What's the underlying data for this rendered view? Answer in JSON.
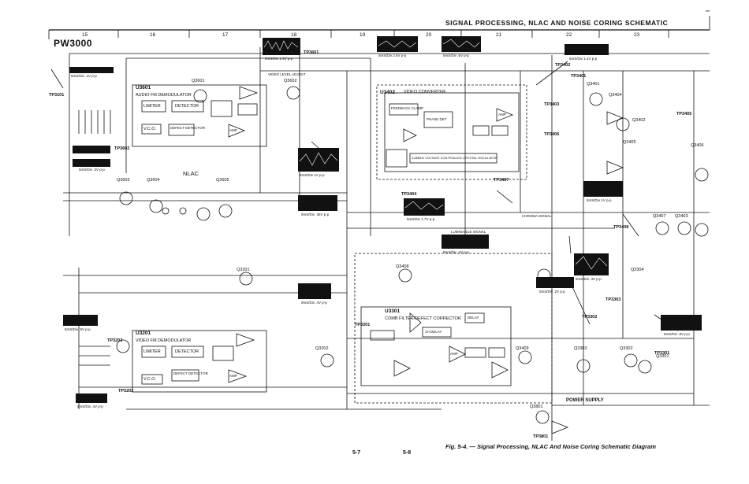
{
  "header": {
    "title": "SIGNAL PROCESSING, NLAC AND NOISE CORING SCHEMATIC",
    "model": "PW3000",
    "columns": [
      "15",
      "16",
      "17",
      "18",
      "19",
      "20",
      "21",
      "22",
      "23"
    ]
  },
  "blocks": {
    "u3601": {
      "ref": "U3601",
      "name": "AUDIO FM DEMODULATOR",
      "limiter": "LIMITER",
      "detector": "DETECTOR",
      "vco": "V.C.O.",
      "defect": "DEFECT DETECTOR",
      "amp": "AMP"
    },
    "u3201": {
      "ref": "U3201",
      "name": "VIDEO FM DEMODULATOR",
      "limiter": "LIMITER",
      "detector": "DETECTOR",
      "defect": "DEFECT DETECTOR",
      "vco": "V.C.O.",
      "amp": "AMP"
    },
    "u3402": {
      "ref": "U3402",
      "name": "VIDEO CONVERTER",
      "feedback": "FEEDBACK CLAMP",
      "phase": "PHASE DET",
      "vcxo": "3.58MHz VOLTAGE CONTROLLED CRYSTAL OSCILLATOR",
      "amp": "AMP"
    },
    "u3301": {
      "ref": "U3301",
      "name": "COMB FILTER/DEFECT CORRECTOR",
      "delay": "DELAY",
      "h_delay": "1H DELAY",
      "amp": "AMP"
    }
  },
  "labels": {
    "nlac": "NLAC",
    "power_supply": "POWER SUPPLY",
    "video_level_adjust": "VIDEO LEVEL ADJUST",
    "chroma_signal": "CHROMA SIGNAL",
    "luminance_signal": "LUMINANCE SIGNAL"
  },
  "transistors": [
    "Q3601",
    "Q3602",
    "Q3603",
    "Q3604",
    "Q3605",
    "Q3201",
    "Q3202",
    "Q3301",
    "Q3302",
    "Q3303",
    "Q3304",
    "Q3401",
    "Q3402",
    "Q3403",
    "Q3404",
    "Q3405",
    "Q3406",
    "Q3407",
    "Q3408",
    "Q3409",
    "Q3801"
  ],
  "test_points": [
    "TP3101",
    "TP3601",
    "TP3602",
    "TP3201",
    "TP3202",
    "TP3203",
    "TP3401",
    "TP3402",
    "TP3403",
    "TP3404",
    "TP3405",
    "TP3406",
    "TP3407",
    "TP3408",
    "TP3301",
    "TP3302",
    "TP3303",
    "TP3801"
  ],
  "scopes": [
    {
      "id": "s1",
      "label": "5mS/Div .4V p-p"
    },
    {
      "id": "s2",
      "label": "5mS/Div 1.4V p-p"
    },
    {
      "id": "s3",
      "label": "5mS/Div 2.6V p-p"
    },
    {
      "id": "s4",
      "label": "5mS/Div .6V p-p"
    },
    {
      "id": "s5",
      "label": "5mS/Div 1.4V p-p"
    },
    {
      "id": "s6",
      "label": "5mS/Div 1V p-p"
    },
    {
      "id": "s7",
      "label": "5mS/Div .3V p-p"
    },
    {
      "id": "s8",
      "label": "5mS/Div .35V p-p"
    },
    {
      "id": "s9",
      "label": "5mS/Div 1.7V p-p"
    },
    {
      "id": "s10",
      "label": "5mS/Div .4V p-p"
    },
    {
      "id": "s11",
      "label": "5mS/Div 1V p-p"
    },
    {
      "id": "s12",
      "label": "5mS/Div .4V p-p"
    },
    {
      "id": "s13",
      "label": "5mS/Div .2V p-p"
    },
    {
      "id": "s14",
      "label": "5mS/Div .4V p-p"
    },
    {
      "id": "s15",
      "label": "5mS/Div .8V p-p"
    },
    {
      "id": "s16",
      "label": "5mS/Div .5V p-p"
    },
    {
      "id": "s17",
      "label": "5mS/Div .4V p-p"
    }
  ],
  "footer": {
    "caption": "Fig. 5-4. — Signal Processing, NLAC And Noise Coring Schematic Diagram",
    "page_left": "5-7",
    "page_right": "5-8"
  }
}
